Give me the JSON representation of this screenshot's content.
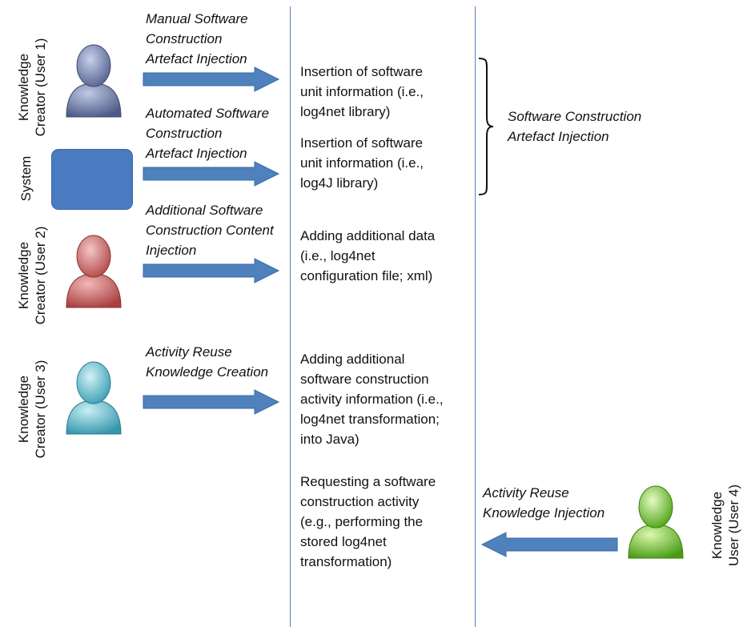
{
  "actors": [
    {
      "label": "Knowledge Creator (User 1)",
      "line1": "Knowledge",
      "line2": "Creator (User 1)",
      "color": "#6f7fae"
    },
    {
      "label": "System",
      "color": "#4a7bc0"
    },
    {
      "label": "Knowledge Creator (User 2)",
      "line1": "Knowledge",
      "line2": "Creator (User 2)",
      "color": "#d06a6a"
    },
    {
      "label": "Knowledge Creator (User 3)",
      "line1": "Knowledge",
      "line2": "Creator (User 3)",
      "color": "#5bbfd0"
    },
    {
      "label": "Knowledge User (User 4)",
      "line1": "Knowledge",
      "line2": "User (User 4)",
      "color": "#6cc21f"
    }
  ],
  "flows": [
    {
      "label_lines": [
        "Manual Software",
        "Construction",
        "Artefact Injection"
      ],
      "desc_lines": [
        "Insertion of software",
        "unit information (i.e.,",
        "log4net library)"
      ]
    },
    {
      "label_lines": [
        "Automated Software",
        "Construction",
        "Artefact Injection"
      ],
      "desc_lines": [
        "Insertion of software",
        "unit information (i.e.,",
        "log4J library)"
      ]
    },
    {
      "label_lines": [
        "Additional Software",
        "Construction Content",
        "Injection"
      ],
      "desc_lines": [
        "Adding additional data",
        "(i.e., log4net",
        "configuration file; xml)"
      ]
    },
    {
      "label_lines": [
        "Activity Reuse",
        "Knowledge Creation"
      ],
      "desc_lines": [
        "Adding additional",
        "software construction",
        "activity information (i.e.,",
        "log4net transformation;",
        "into Java)"
      ]
    },
    {
      "label_lines": [
        "Activity Reuse",
        "Knowledge Injection"
      ],
      "desc_lines": [
        "Requesting a software",
        "construction activity",
        "(e.g., performing the",
        "stored log4net",
        "transformation)"
      ]
    }
  ],
  "group": {
    "label_lines": [
      "Software Construction",
      "Artefact Injection"
    ]
  },
  "colors": {
    "arrow": "#4f81bd",
    "arrow_border": "#3a6aa8",
    "divider": "#5b7fb4"
  }
}
